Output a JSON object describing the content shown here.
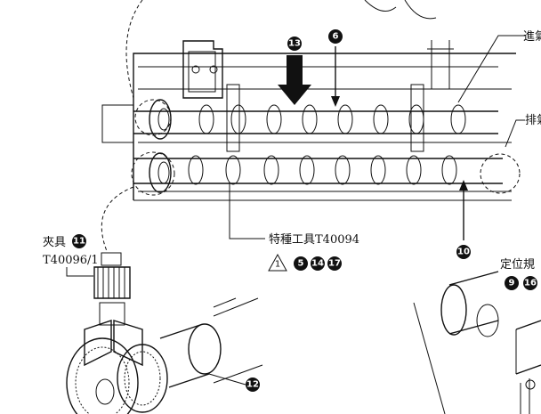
{
  "labels": {
    "top_right_a": "進氣",
    "top_right_b": "排氣",
    "tool_special": "特種工具T40094",
    "clamp_title": "夾具",
    "clamp_code": "T40096/1",
    "locator": "定位規"
  },
  "callouts": {
    "n13": "13",
    "n6": "6",
    "n11": "11",
    "n10": "10",
    "n12": "12",
    "n5": "5",
    "n14": "14",
    "n17": "17",
    "n9": "9",
    "n16": "16"
  },
  "warning": {
    "number": "1"
  },
  "colors": {
    "line": "#111111",
    "callout_fill": "#111111",
    "background": "#ffffff"
  }
}
